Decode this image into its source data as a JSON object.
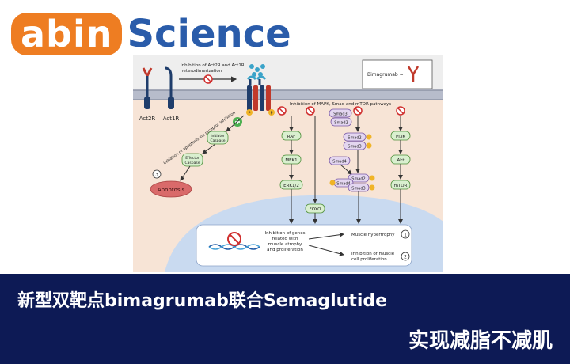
{
  "logo": {
    "abin": "abin",
    "science": "Science"
  },
  "diagram": {
    "hetero_text_1": "Inhibition of Act2R and Act1R",
    "hetero_text_2": "heterodimerization",
    "legend_label": "Bimagrumab =",
    "act2r": "Act2R",
    "act1r": "Act1R",
    "pathway_inhibition": "Inhibition of MAPK, Smad and mTOR pathways",
    "apoptosis_initiation": "Initiation of apoptosis via receptor inhibition",
    "initiator_caspase": [
      "Initiator",
      "Caspase"
    ],
    "effector_caspase": [
      "Effector",
      "Caspase"
    ],
    "apoptosis": "Apoptosis",
    "p": "P",
    "raf": "RAF",
    "mek1": "MEK1",
    "erk": "ERK1/2",
    "foxo": "FOXO",
    "smad3": "Smad3",
    "smad2": "Smad2",
    "smad4": "Smad4",
    "pi3k": "PI3K",
    "akt": "Akt",
    "mtor": "mTOR",
    "gene_inhibition": [
      "Inhibition of genes",
      "related with",
      "muscle atrophy",
      "and proliferation"
    ],
    "muscle_hypertrophy": "Muscle hypertrophy",
    "inhibition_proliferation": [
      "Inhibition of muscle",
      "cell proliferation"
    ],
    "num1": "1",
    "num2": "2",
    "num3": "3"
  },
  "headline": "新型双靶点bimagrumab联合Semaglutide",
  "subline": "实现减脂不减肌"
}
